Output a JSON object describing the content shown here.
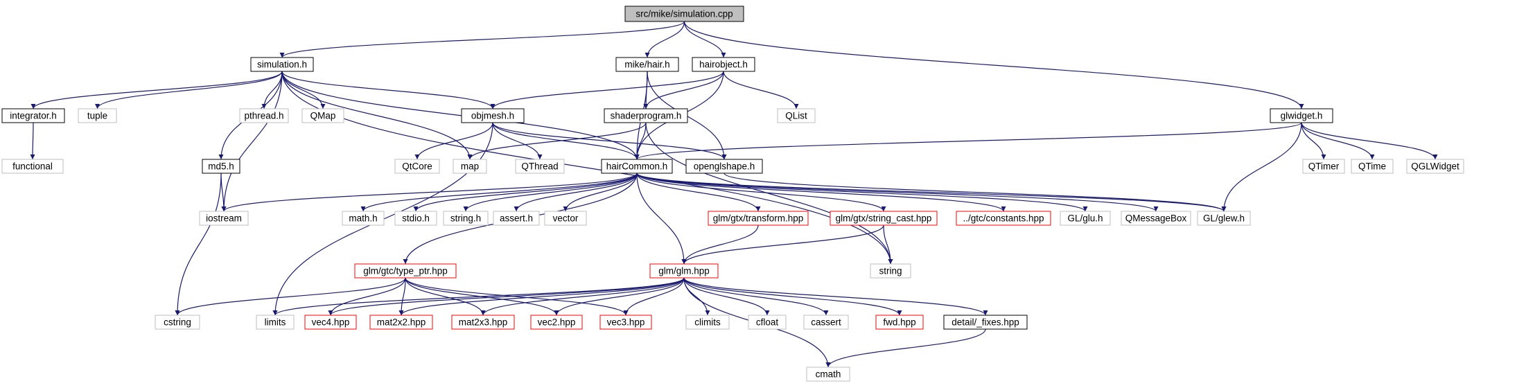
{
  "colors": {
    "edge": "#191970",
    "root_fill": "#bfbfbf",
    "documented_border": "#000000",
    "undocumented_border": "#bfbfbf",
    "truncated_border": "#ff0000"
  },
  "graph": {
    "nodes": [
      {
        "id": "root",
        "label": "src/mike/simulation.cpp",
        "kind": "root"
      },
      {
        "id": "simulation_h",
        "label": "simulation.h",
        "kind": "documented"
      },
      {
        "id": "mike_hair_h",
        "label": "mike/hair.h",
        "kind": "documented"
      },
      {
        "id": "hairobject_h",
        "label": "hairobject.h",
        "kind": "documented"
      },
      {
        "id": "glwidget_h",
        "label": "glwidget.h",
        "kind": "documented"
      },
      {
        "id": "integrator_h",
        "label": "integrator.h",
        "kind": "documented"
      },
      {
        "id": "tuple",
        "label": "tuple",
        "kind": "external"
      },
      {
        "id": "pthread_h",
        "label": "pthread.h",
        "kind": "external"
      },
      {
        "id": "qmap",
        "label": "QMap",
        "kind": "external"
      },
      {
        "id": "objmesh_h",
        "label": "objmesh.h",
        "kind": "documented"
      },
      {
        "id": "shaderprogram_h",
        "label": "shaderprogram.h",
        "kind": "documented"
      },
      {
        "id": "qlist",
        "label": "QList",
        "kind": "external"
      },
      {
        "id": "functional",
        "label": "functional",
        "kind": "external"
      },
      {
        "id": "md5_h",
        "label": "md5.h",
        "kind": "documented"
      },
      {
        "id": "qtcore",
        "label": "QtCore",
        "kind": "external"
      },
      {
        "id": "map",
        "label": "map",
        "kind": "external"
      },
      {
        "id": "qthread",
        "label": "QThread",
        "kind": "external"
      },
      {
        "id": "haircommon_h",
        "label": "hairCommon.h",
        "kind": "documented"
      },
      {
        "id": "openglshape_h",
        "label": "openglshape.h",
        "kind": "documented"
      },
      {
        "id": "qtimer",
        "label": "QTimer",
        "kind": "external"
      },
      {
        "id": "qtime",
        "label": "QTime",
        "kind": "external"
      },
      {
        "id": "qglwidget",
        "label": "QGLWidget",
        "kind": "external"
      },
      {
        "id": "iostream",
        "label": "iostream",
        "kind": "external"
      },
      {
        "id": "math_h",
        "label": "math.h",
        "kind": "external"
      },
      {
        "id": "stdio_h",
        "label": "stdio.h",
        "kind": "external"
      },
      {
        "id": "string_h",
        "label": "string.h",
        "kind": "external"
      },
      {
        "id": "assert_h",
        "label": "assert.h",
        "kind": "external"
      },
      {
        "id": "vector",
        "label": "vector",
        "kind": "external"
      },
      {
        "id": "glm_transform",
        "label": "glm/gtx/transform.hpp",
        "kind": "truncated"
      },
      {
        "id": "glm_string_cast",
        "label": "glm/gtx/string_cast.hpp",
        "kind": "truncated"
      },
      {
        "id": "gtc_constants",
        "label": "../gtc/constants.hpp",
        "kind": "truncated"
      },
      {
        "id": "gl_glu_h",
        "label": "GL/glu.h",
        "kind": "external"
      },
      {
        "id": "qmessagebox",
        "label": "QMessageBox",
        "kind": "external"
      },
      {
        "id": "gl_glew_h",
        "label": "GL/glew.h",
        "kind": "external"
      },
      {
        "id": "string",
        "label": "string",
        "kind": "external"
      },
      {
        "id": "glm_type_ptr",
        "label": "glm/gtc/type_ptr.hpp",
        "kind": "truncated"
      },
      {
        "id": "glm_glm",
        "label": "glm/glm.hpp",
        "kind": "truncated"
      },
      {
        "id": "cstring",
        "label": "cstring",
        "kind": "external"
      },
      {
        "id": "limits",
        "label": "limits",
        "kind": "external"
      },
      {
        "id": "vec4_hpp",
        "label": "vec4.hpp",
        "kind": "truncated"
      },
      {
        "id": "mat2x2_hpp",
        "label": "mat2x2.hpp",
        "kind": "truncated"
      },
      {
        "id": "mat2x3_hpp",
        "label": "mat2x3.hpp",
        "kind": "truncated"
      },
      {
        "id": "vec2_hpp",
        "label": "vec2.hpp",
        "kind": "truncated"
      },
      {
        "id": "vec3_hpp",
        "label": "vec3.hpp",
        "kind": "truncated"
      },
      {
        "id": "climits",
        "label": "climits",
        "kind": "external"
      },
      {
        "id": "cfloat",
        "label": "cfloat",
        "kind": "external"
      },
      {
        "id": "cassert",
        "label": "cassert",
        "kind": "external"
      },
      {
        "id": "fwd_hpp",
        "label": "fwd.hpp",
        "kind": "truncated"
      },
      {
        "id": "detail_fixes",
        "label": "detail/_fixes.hpp",
        "kind": "documented"
      },
      {
        "id": "cmath",
        "label": "cmath",
        "kind": "external"
      }
    ],
    "edges": [
      [
        "root",
        "simulation_h"
      ],
      [
        "root",
        "mike_hair_h"
      ],
      [
        "root",
        "hairobject_h"
      ],
      [
        "root",
        "glwidget_h"
      ],
      [
        "simulation_h",
        "integrator_h"
      ],
      [
        "simulation_h",
        "tuple"
      ],
      [
        "simulation_h",
        "pthread_h"
      ],
      [
        "simulation_h",
        "qmap"
      ],
      [
        "simulation_h",
        "objmesh_h"
      ],
      [
        "simulation_h",
        "haircommon_h"
      ],
      [
        "simulation_h",
        "md5_h"
      ],
      [
        "simulation_h",
        "iostream"
      ],
      [
        "simulation_h",
        "map"
      ],
      [
        "simulation_h",
        "string"
      ],
      [
        "mike_hair_h",
        "shaderprogram_h"
      ],
      [
        "mike_hair_h",
        "haircommon_h"
      ],
      [
        "mike_hair_h",
        "openglshape_h"
      ],
      [
        "hairobject_h",
        "objmesh_h"
      ],
      [
        "hairobject_h",
        "shaderprogram_h"
      ],
      [
        "hairobject_h",
        "qlist"
      ],
      [
        "hairobject_h",
        "haircommon_h"
      ],
      [
        "glwidget_h",
        "haircommon_h"
      ],
      [
        "glwidget_h",
        "qtimer"
      ],
      [
        "glwidget_h",
        "qtime"
      ],
      [
        "glwidget_h",
        "qglwidget"
      ],
      [
        "glwidget_h",
        "gl_glew_h"
      ],
      [
        "integrator_h",
        "functional"
      ],
      [
        "objmesh_h",
        "qtcore"
      ],
      [
        "objmesh_h",
        "qthread"
      ],
      [
        "objmesh_h",
        "haircommon_h"
      ],
      [
        "objmesh_h",
        "openglshape_h"
      ],
      [
        "objmesh_h",
        "limits"
      ],
      [
        "shaderprogram_h",
        "map"
      ],
      [
        "shaderprogram_h",
        "haircommon_h"
      ],
      [
        "shaderprogram_h",
        "string"
      ],
      [
        "md5_h",
        "iostream"
      ],
      [
        "md5_h",
        "cstring"
      ],
      [
        "openglshape_h",
        "gl_glew_h"
      ],
      [
        "haircommon_h",
        "iostream"
      ],
      [
        "haircommon_h",
        "glm_type_ptr"
      ],
      [
        "haircommon_h",
        "math_h"
      ],
      [
        "haircommon_h",
        "stdio_h"
      ],
      [
        "haircommon_h",
        "string_h"
      ],
      [
        "haircommon_h",
        "assert_h"
      ],
      [
        "haircommon_h",
        "vector"
      ],
      [
        "haircommon_h",
        "glm_glm"
      ],
      [
        "haircommon_h",
        "glm_transform"
      ],
      [
        "haircommon_h",
        "glm_string_cast"
      ],
      [
        "haircommon_h",
        "gtc_constants"
      ],
      [
        "haircommon_h",
        "gl_glu_h"
      ],
      [
        "haircommon_h",
        "qmessagebox"
      ],
      [
        "haircommon_h",
        "gl_glew_h"
      ],
      [
        "glm_transform",
        "glm_glm"
      ],
      [
        "glm_string_cast",
        "glm_glm"
      ],
      [
        "glm_string_cast",
        "string"
      ],
      [
        "glm_type_ptr",
        "cstring"
      ],
      [
        "glm_type_ptr",
        "vec4_hpp"
      ],
      [
        "glm_type_ptr",
        "mat2x2_hpp"
      ],
      [
        "glm_type_ptr",
        "mat2x3_hpp"
      ],
      [
        "glm_type_ptr",
        "vec2_hpp"
      ],
      [
        "glm_type_ptr",
        "vec3_hpp"
      ],
      [
        "glm_glm",
        "limits"
      ],
      [
        "glm_glm",
        "vec4_hpp"
      ],
      [
        "glm_glm",
        "mat2x2_hpp"
      ],
      [
        "glm_glm",
        "mat2x3_hpp"
      ],
      [
        "glm_glm",
        "vec2_hpp"
      ],
      [
        "glm_glm",
        "vec3_hpp"
      ],
      [
        "glm_glm",
        "climits"
      ],
      [
        "glm_glm",
        "cfloat"
      ],
      [
        "glm_glm",
        "cassert"
      ],
      [
        "glm_glm",
        "fwd_hpp"
      ],
      [
        "glm_glm",
        "detail_fixes"
      ],
      [
        "glm_glm",
        "cmath"
      ],
      [
        "detail_fixes",
        "cmath"
      ]
    ]
  }
}
